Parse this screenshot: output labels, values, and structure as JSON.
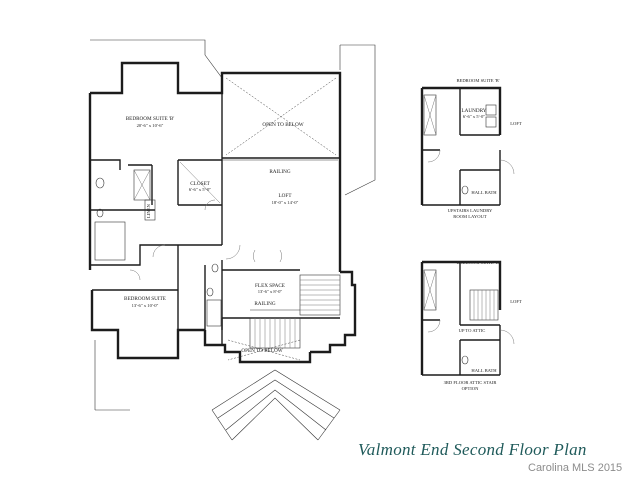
{
  "plan_title": "Valmont End Second Floor Plan",
  "watermark": "Carolina MLS 2015",
  "main_plan": {
    "bedroom_suite_b": {
      "name": "BEDROOM SUITE 'B'",
      "dim": "20'-6\" x 10'-6\""
    },
    "open_to_below_top": "OPEN TO BELOW",
    "closet": {
      "name": "CLOSET",
      "dim": "6'-6\" x 5'-0\""
    },
    "railing_top": "RAILING",
    "loft": {
      "name": "LOFT",
      "dim": "18'-0\" x 14'-0\""
    },
    "linen": "LINEN",
    "flex_space": {
      "name": "FLEX SPACE",
      "dim": "13'-6\" x 8'-0\""
    },
    "railing_bottom": "RAILING",
    "bedroom_suite": {
      "name": "BEDROOM SUITE",
      "dim": "13'-6\" x 10'-0\""
    },
    "open_to_below_bottom": "OPEN TO BELOW"
  },
  "laundry_option": {
    "bedroom_suite_b": "BEDROOM SUITE 'B'",
    "laundry": {
      "name": "LAUNDRY",
      "dim": "6'-6\" x 5'-0\""
    },
    "loft": "LOFT",
    "hall_bath": "HALL BATH",
    "caption_line1": "UPSTAIRS LAUNDRY",
    "caption_line2": "ROOM LAYOUT"
  },
  "attic_option": {
    "bedroom_suite_b": "BEDROOM SUITE 'B'",
    "loft": "LOFT",
    "up_to_attic": "UP TO ATTIC",
    "hall_bath": "HALL BATH",
    "caption_line1": "3RD FLOOR ATTIC STAIR",
    "caption_line2": "OPTION"
  }
}
